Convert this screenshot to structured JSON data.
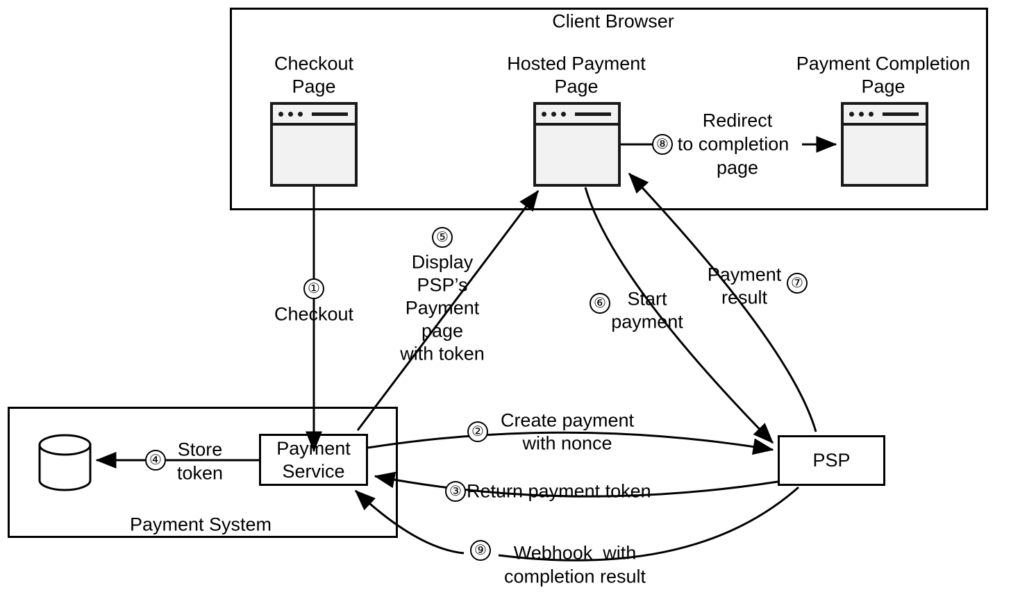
{
  "diagram": {
    "title": "Hosted Payment Page flow",
    "type": "sequence-flow-diagram",
    "stroke_color": "#000000",
    "icon_fill_color": "#f2f2f2"
  },
  "containers": [
    {
      "id": "client-browser",
      "label": "Client Browser"
    },
    {
      "id": "payment-system",
      "label": "Payment System"
    }
  ],
  "browser_pages": [
    {
      "id": "checkout-page",
      "label_line1": "Checkout",
      "label_line2": "Page"
    },
    {
      "id": "hosted-payment-page",
      "label_line1": "Hosted Payment",
      "label_line2": "Page"
    },
    {
      "id": "payment-completion-page",
      "label_line1": "Payment Completion",
      "label_line2": "Page"
    }
  ],
  "nodes": [
    {
      "id": "payment-service",
      "label": "Payment\nService"
    },
    {
      "id": "psp",
      "label": "PSP"
    },
    {
      "id": "token-store",
      "label": ""
    }
  ],
  "steps": [
    {
      "number": "1",
      "glyph": "①",
      "label": "Checkout"
    },
    {
      "number": "2",
      "glyph": "②",
      "label": "Create payment\nwith nonce"
    },
    {
      "number": "3",
      "glyph": "③",
      "label": "Return payment token"
    },
    {
      "number": "4",
      "glyph": "④",
      "label": "Store\ntoken"
    },
    {
      "number": "5",
      "glyph": "⑤",
      "label": "Display\nPSP’s\nPayment\npage\nwith token"
    },
    {
      "number": "6",
      "glyph": "⑥",
      "label": "Start\npayment"
    },
    {
      "number": "7",
      "glyph": "⑦",
      "label": "Payment\nresult"
    },
    {
      "number": "8",
      "glyph": "⑧",
      "label": "Redirect\nto completion\npage"
    },
    {
      "number": "9",
      "glyph": "⑨",
      "label": "Webhook  with\ncompletion result"
    }
  ],
  "labels": {
    "client_browser": "Client Browser",
    "payment_system": "Payment System",
    "checkout_page_l1": "Checkout",
    "checkout_page_l2": "Page",
    "hosted_payment_page_l1": "Hosted Payment",
    "hosted_payment_page_l2": "Page",
    "payment_completion_page_l1": "Payment Completion",
    "payment_completion_page_l2": "Page",
    "payment_service_l1": "Payment",
    "payment_service_l2": "Service",
    "psp": "PSP",
    "step1": "Checkout",
    "step2_l1": "Create payment",
    "step2_l2": "with nonce",
    "step3": "Return payment token",
    "step4_l1": "Store",
    "step4_l2": "token",
    "step5_l1": "Display",
    "step5_l2": "PSP’s",
    "step5_l3": "Payment",
    "step5_l4": "page",
    "step5_l5": "with token",
    "step6_l1": "Start",
    "step6_l2": "payment",
    "step7_l1": "Payment",
    "step7_l2": "result",
    "step8_l1": "Redirect",
    "step8_l2": "to completion",
    "step8_l3": "page",
    "step9_l1": "Webhook  with",
    "step9_l2": "completion result",
    "num1": "①",
    "num2": "②",
    "num3": "③",
    "num4": "④",
    "num5": "⑤",
    "num6": "⑥",
    "num7": "⑦",
    "num8": "⑧",
    "num9": "⑨"
  }
}
